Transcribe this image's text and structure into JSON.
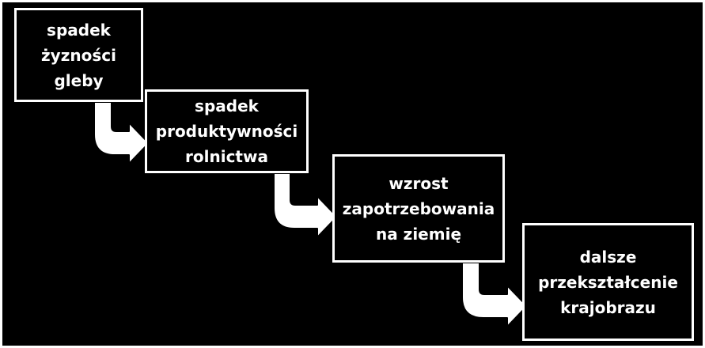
{
  "diagram": {
    "steps": [
      {
        "label": "spadek żyzności gleby"
      },
      {
        "label": "spadek produktywności rolnictwa"
      },
      {
        "label": "wzrost zapotrzebowania na ziemię"
      },
      {
        "label": "dalsze przekształcenie krajobrazu"
      }
    ],
    "colors": {
      "background": "#000000",
      "foreground": "#ffffff"
    }
  }
}
